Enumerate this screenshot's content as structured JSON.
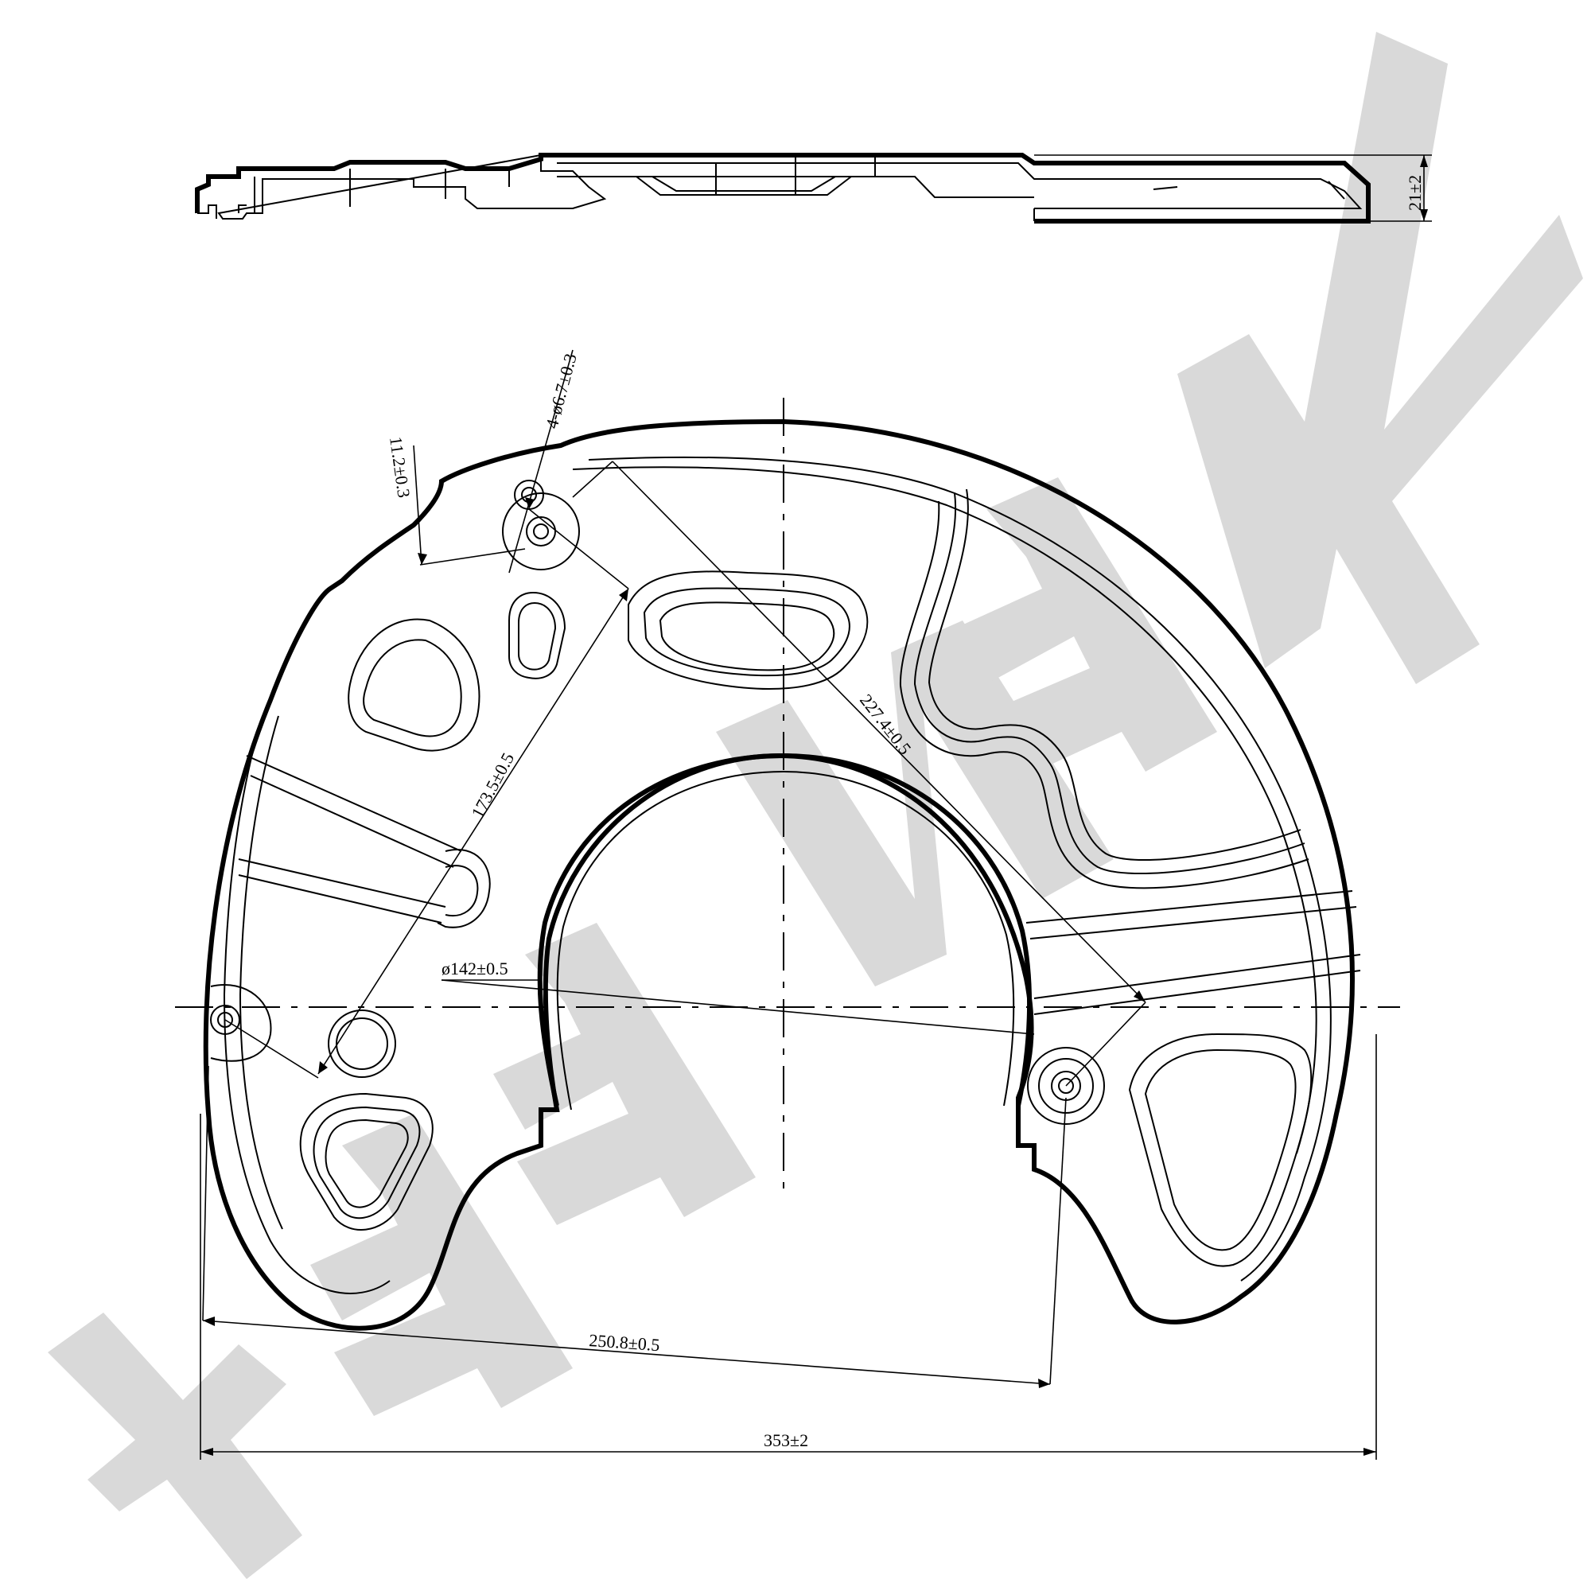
{
  "watermark": {
    "text": "YEENEK",
    "color": "#d9d9d9"
  },
  "dimensions": {
    "thickness": "21±2",
    "hole_diameter": "4-ø6.7±0.3",
    "hole_offset": "11.2±0.3",
    "distance_a": "173.5±0.5",
    "distance_b": "227.4±0.5",
    "center_bore": "ø142±0.5",
    "bolt_span": "250.8±0.5",
    "overall_width": "353±2"
  }
}
